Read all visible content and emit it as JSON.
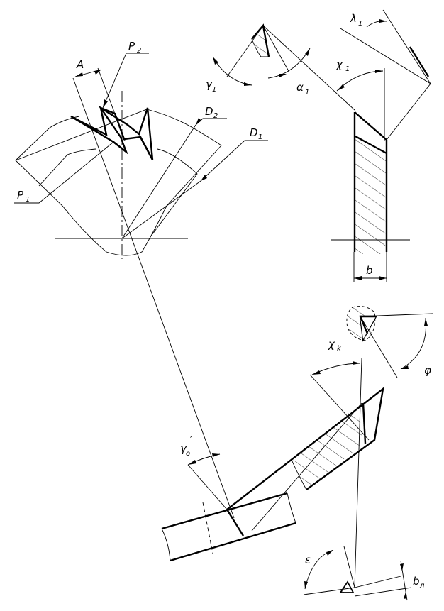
{
  "labels": {
    "A": "A",
    "P2_main": "P",
    "P2_sub": "2",
    "D2_main": "D",
    "D2_sub": "2",
    "D1_main": "D",
    "D1_sub": "1",
    "P1_main": "P",
    "P1_sub": "1",
    "gamma1_main": "γ",
    "gamma1_sub": "1",
    "alpha1_main": "α",
    "alpha1_sub": "1",
    "chi1_main": "χ",
    "chi1_sub": "1",
    "lambda1_main": "λ",
    "lambda1_sub": "1",
    "b": "b",
    "chik_main": "χ",
    "chik_sub": "k",
    "phi": "φ",
    "gamma0_main": "γ",
    "gamma0_sub": "o",
    "gamma0_prime": "′",
    "epsilon": "ε",
    "bl_main": "b",
    "bl_sub": "л"
  }
}
